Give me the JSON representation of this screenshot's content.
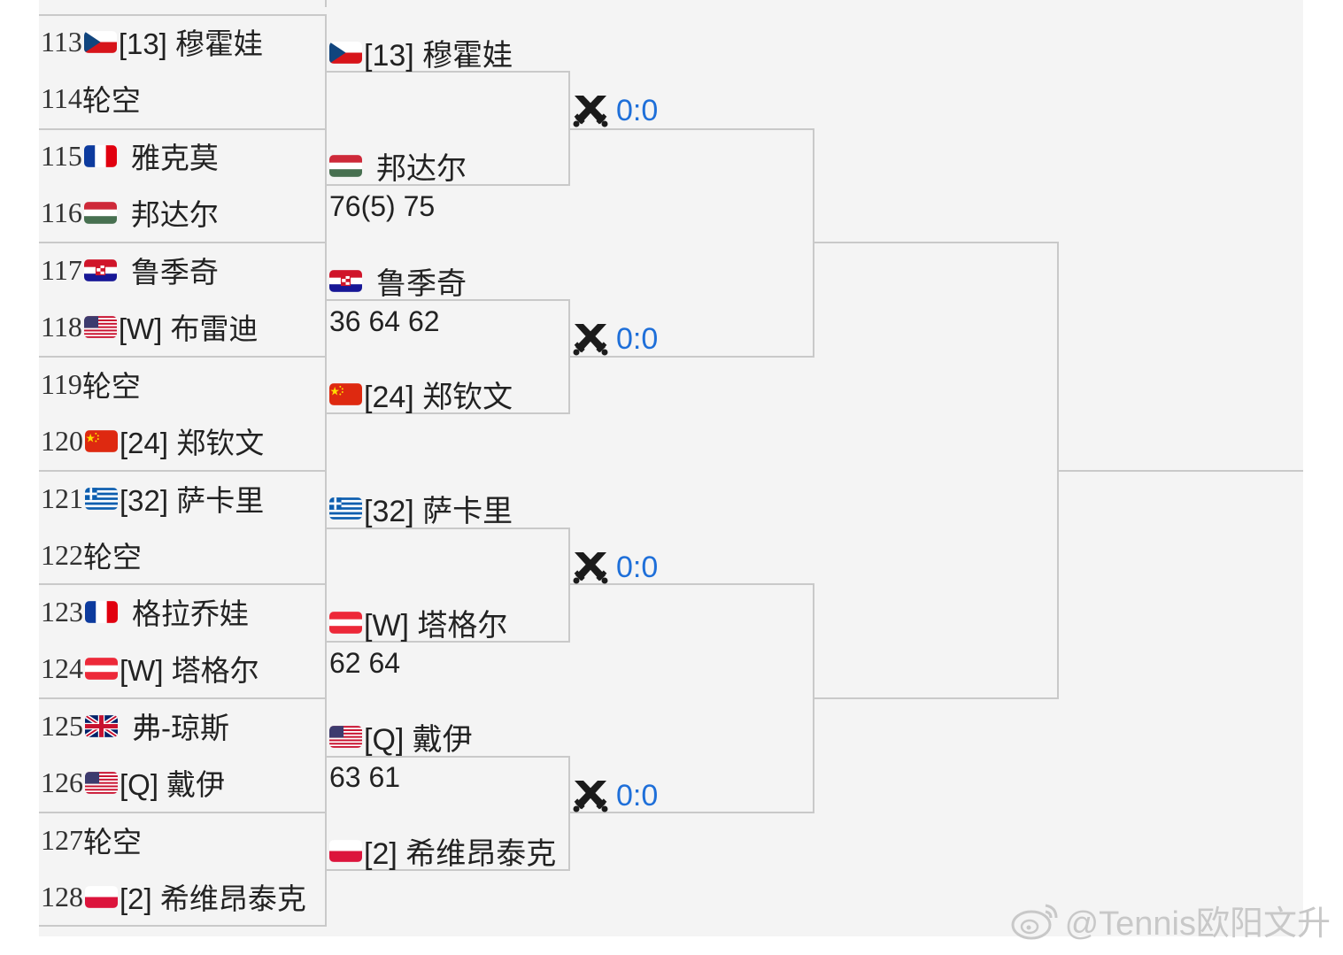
{
  "round1": [
    {
      "num": "113",
      "country": "cz",
      "entry": "[13] 穆霍娃"
    },
    {
      "num": "114",
      "country": "",
      "entry": "轮空"
    },
    {
      "num": "115",
      "country": "fr",
      "entry": "雅克莫"
    },
    {
      "num": "116",
      "country": "hu",
      "entry": "邦达尔"
    },
    {
      "num": "117",
      "country": "hr",
      "entry": "鲁季奇"
    },
    {
      "num": "118",
      "country": "us",
      "entry": "[W] 布雷迪"
    },
    {
      "num": "119",
      "country": "",
      "entry": "轮空"
    },
    {
      "num": "120",
      "country": "cn",
      "entry": "[24] 郑钦文"
    },
    {
      "num": "121",
      "country": "gr",
      "entry": "[32] 萨卡里"
    },
    {
      "num": "122",
      "country": "",
      "entry": "轮空"
    },
    {
      "num": "123",
      "country": "fr",
      "entry": "格拉乔娃"
    },
    {
      "num": "124",
      "country": "at",
      "entry": "[W] 塔格尔"
    },
    {
      "num": "125",
      "country": "gb",
      "entry": "弗-琼斯"
    },
    {
      "num": "126",
      "country": "us",
      "entry": "[Q] 戴伊"
    },
    {
      "num": "127",
      "country": "",
      "entry": "轮空"
    },
    {
      "num": "128",
      "country": "pl",
      "entry": "[2] 希维昂泰克"
    }
  ],
  "round2": [
    {
      "country": "cz",
      "entry": "[13] 穆霍娃",
      "score": ""
    },
    {
      "country": "hu",
      "entry": "邦达尔",
      "score": "76(5) 75"
    },
    {
      "country": "hr",
      "entry": "鲁季奇",
      "score": "36 64 62"
    },
    {
      "country": "cn",
      "entry": "[24] 郑钦文",
      "score": ""
    },
    {
      "country": "gr",
      "entry": "[32] 萨卡里",
      "score": ""
    },
    {
      "country": "at",
      "entry": "[W] 塔格尔",
      "score": "62 64"
    },
    {
      "country": "us",
      "entry": "[Q] 戴伊",
      "score": "63 61"
    },
    {
      "country": "pl",
      "entry": "[2] 希维昂泰克",
      "score": ""
    }
  ],
  "matches": [
    {
      "score": "0:0",
      "icon": "crossed-swords-icon"
    },
    {
      "score": "0:0",
      "icon": "crossed-swords-icon"
    },
    {
      "score": "0:0",
      "icon": "crossed-swords-icon"
    },
    {
      "score": "0:0",
      "icon": "crossed-swords-icon"
    }
  ],
  "watermark": {
    "text": "@Tennis欧阳文升",
    "icon": "weibo-logo-icon"
  },
  "colors": {
    "panel": "#f4f4f4",
    "line": "#c9c9c9",
    "score_link": "#1e6fd9"
  }
}
